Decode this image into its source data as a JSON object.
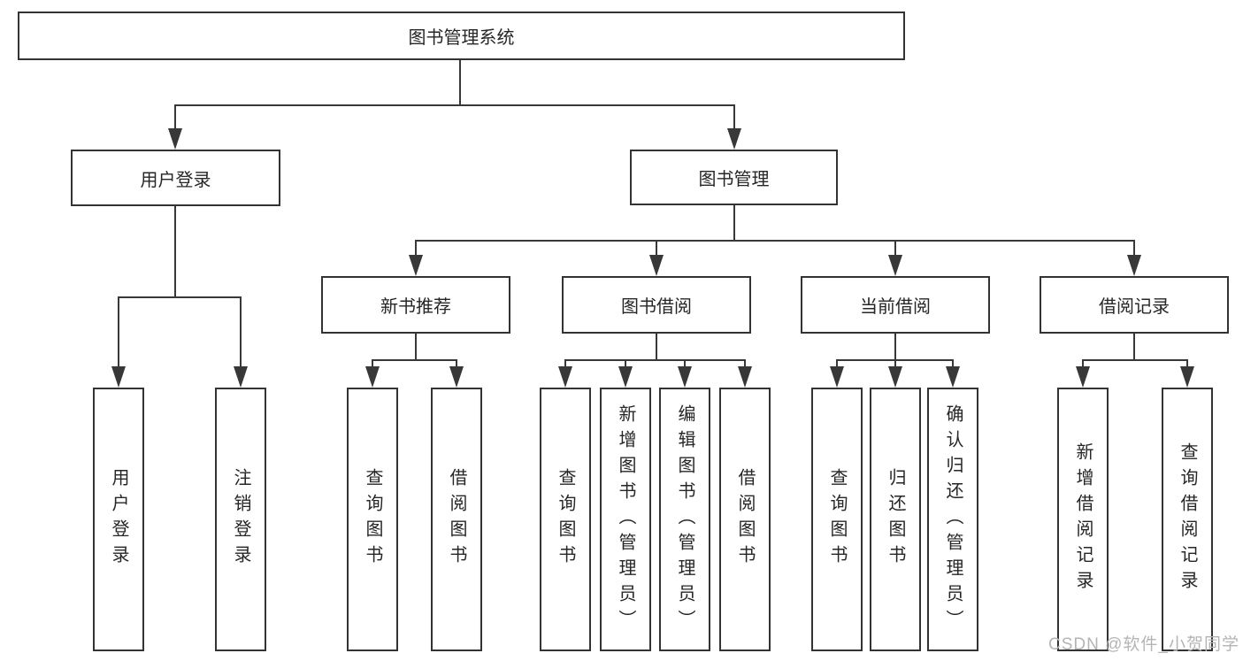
{
  "tree": {
    "label": "图书管理系统",
    "children": [
      {
        "label": "用户登录",
        "children": [
          {
            "label": "用户登录"
          },
          {
            "label": "注销登录"
          }
        ]
      },
      {
        "label": "图书管理",
        "children": [
          {
            "label": "新书推荐",
            "children": [
              {
                "label": "查询图书"
              },
              {
                "label": "借阅图书"
              }
            ]
          },
          {
            "label": "图书借阅",
            "children": [
              {
                "label": "查询图书"
              },
              {
                "label": "新增图书（管理员）"
              },
              {
                "label": "编辑图书（管理员）"
              },
              {
                "label": "借阅图书"
              }
            ]
          },
          {
            "label": "当前借阅",
            "children": [
              {
                "label": "查询图书"
              },
              {
                "label": "归还图书"
              },
              {
                "label": "确认归还（管理员）"
              }
            ]
          },
          {
            "label": "借阅记录",
            "children": [
              {
                "label": "新增借阅记录"
              },
              {
                "label": "查询借阅记录"
              }
            ]
          }
        ]
      }
    ]
  },
  "watermark": {
    "text": "CSDN @软件_小贺同学"
  },
  "colors": {
    "line": "#383838",
    "border": "#333333",
    "text": "#262626",
    "watermark": "#b4b4b4",
    "bg": "#ffffff"
  }
}
